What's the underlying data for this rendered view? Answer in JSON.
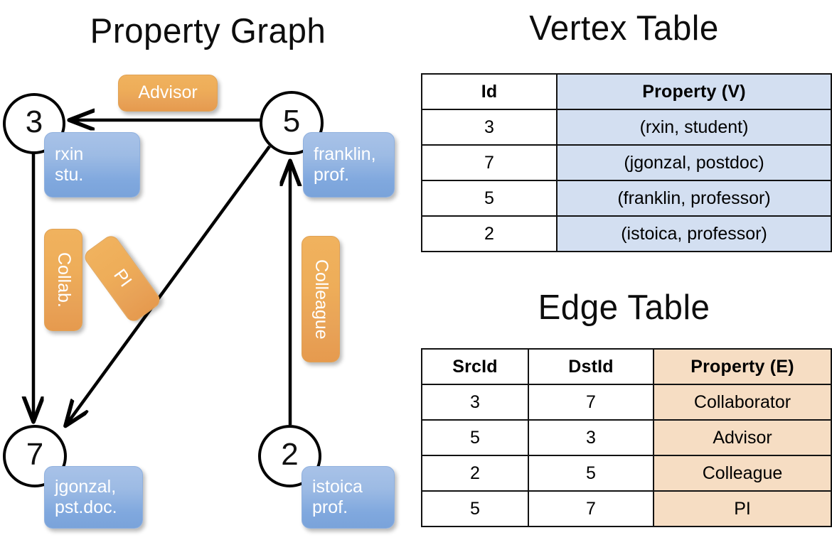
{
  "titles": {
    "graph": "Property Graph",
    "vertex_table": "Vertex Table",
    "edge_table": "Edge Table"
  },
  "graph": {
    "nodes": [
      {
        "id": "3",
        "property": "rxin\nstu."
      },
      {
        "id": "5",
        "property": "franklin,\nprof."
      },
      {
        "id": "7",
        "property": "jgonzal,\npst.doc."
      },
      {
        "id": "2",
        "property": "istoica\nprof."
      }
    ],
    "edge_labels": [
      {
        "name": "advisor",
        "text": "Advisor"
      },
      {
        "name": "collab",
        "text": "Collab."
      },
      {
        "name": "pi",
        "text": "PI"
      },
      {
        "name": "colleague",
        "text": "Colleague"
      }
    ]
  },
  "vertex_table": {
    "headers": [
      "Id",
      "Property (V)"
    ],
    "rows": [
      [
        "3",
        "(rxin, student)"
      ],
      [
        "7",
        "(jgonzal, postdoc)"
      ],
      [
        "5",
        "(franklin, professor)"
      ],
      [
        "2",
        "(istoica, professor)"
      ]
    ]
  },
  "edge_table": {
    "headers": [
      "SrcId",
      "DstId",
      "Property (E)"
    ],
    "rows": [
      [
        "3",
        "7",
        "Collaborator"
      ],
      [
        "5",
        "3",
        "Advisor"
      ],
      [
        "2",
        "5",
        "Colleague"
      ],
      [
        "5",
        "7",
        "PI"
      ]
    ]
  },
  "colors": {
    "vertex_property_fill": "#d3dff1",
    "edge_property_fill": "#f6ddc3",
    "node_box_blue": "#8fb0de",
    "edge_label_orange": "#eead59",
    "border": "#121212"
  }
}
